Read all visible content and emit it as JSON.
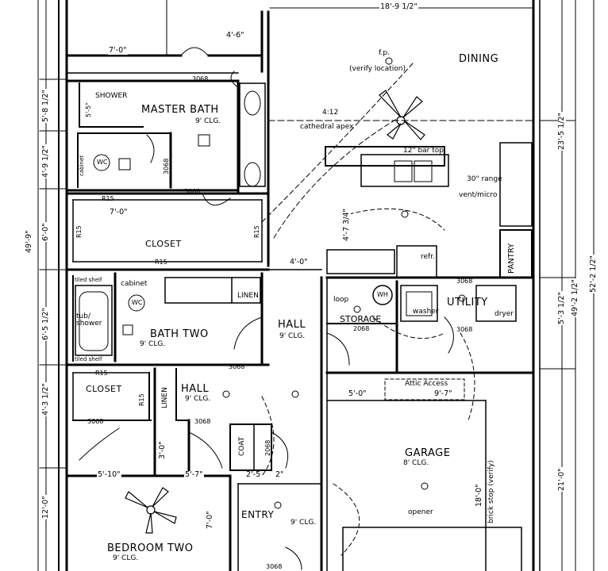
{
  "rooms": {
    "dining": "DINING",
    "master_bath": "MASTER BATH",
    "shower": "SHOWER",
    "closet_master": "CLOSET",
    "bath_two": "BATH TWO",
    "hall_main": "HALL",
    "hall_small": "HALL",
    "closet_two": "CLOSET",
    "storage": "STORAGE",
    "utility": "UTILITY",
    "garage": "GARAGE",
    "entry": "ENTRY",
    "bedroom_two": "BEDROOM TWO",
    "pantry": "PANTRY",
    "linen_a": "LINEN",
    "linen_b": "LINEN",
    "coat": "COAT"
  },
  "notes": {
    "ceil_master_bath": "9' CLG.",
    "ceil_bath_two": "9' CLG.",
    "ceil_hall_main": "9' CLG.",
    "ceil_hall_small": "9' CLG.",
    "ceil_garage": "8' CLG.",
    "ceil_entry": "9' CLG.",
    "ceil_bedroom_two": "9' CLG.",
    "fp": "f.p.",
    "verify_location": "(verify location)",
    "pitch": "4:12",
    "cathedral": "cathedral apex",
    "bar_top": "12\" bar top",
    "range": "30\" range",
    "vent": "vent/micro",
    "refr": "refr.",
    "washer": "washer",
    "dryer": "dryer",
    "attic": "Attic Access",
    "opener": "opener",
    "brick_stop": "brick stop (verify)",
    "tub": "tub/ shower",
    "tiled_shelf_a": "tiled shelf",
    "tiled_shelf_b": "tiled shelf",
    "cabinet_a": "cabinet",
    "cabinet_b": "cabinet",
    "wc_a": "WC",
    "wc_b": "WC",
    "loop": "loop",
    "wh": "WH",
    "r15_a": "R15",
    "r15_b": "R15",
    "r15_c": "R15",
    "r15_d": "R15",
    "r15_e": "R15",
    "r15_f": "R15",
    "door_3068_a": "3068",
    "door_3068_b": "3068",
    "door_3068_c": "3068",
    "door_3068_d": "3068",
    "door_3068_e": "3068",
    "door_3068_f": "3068",
    "door_3068_g": "3068",
    "door_3068_h": "3068",
    "door_3068_i": "3068",
    "door_2068_a": "2068",
    "door_2068_b": "2068"
  },
  "dimensions": {
    "top_width": "18'-9 1/2\"",
    "d_7_0_a": "7'-0\"",
    "d_4_6": "4'-6\"",
    "d_5_8": "5'-8 1/2\"",
    "d_5_5": "5'-5\"",
    "d_4_9": "4'-9 1/2\"",
    "d_7_0_b": "7'-0\"",
    "d_6_0": "6'-0\"",
    "d_4_7": "4'-7 3/4\"",
    "d_4_0": "4'-0\"",
    "d_6_5": "6'-5 1/2\"",
    "d_4_3": "4'-3 1/2\"",
    "d_3_0": "3'-0\"",
    "d_5_10": "5'-10\"",
    "d_5_7": "5'-7\"",
    "d_2_5": "2'-5",
    "d_2": "2\"",
    "d_12_0": "12'-0\"",
    "d_7_0_c": "7'-0\"",
    "d_5_0": "5'-0\"",
    "d_9_7": "9'-7\"",
    "d_18_0": "18'-0\"",
    "d_21_0": "21'-0\"",
    "d_23_5": "23'-5 1/2\"",
    "d_49_2": "49'-2 1/2\"",
    "d_52_2": "52'-2 1/2\"",
    "d_49_9": "49'-9\"",
    "d_5_3": "5'-3 1/2\""
  }
}
